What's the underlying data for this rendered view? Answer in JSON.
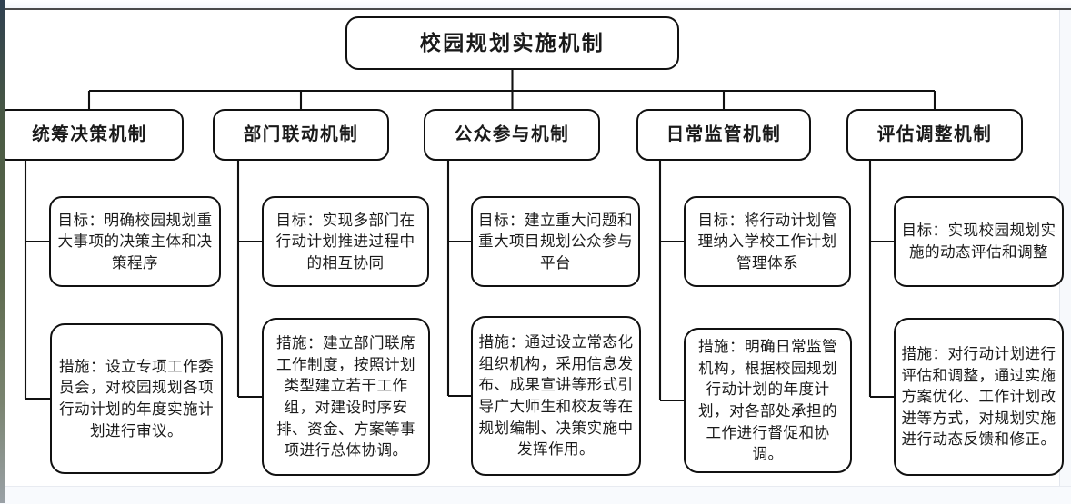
{
  "diagram": {
    "type": "organization-chart",
    "title": "校园规划实施机制",
    "root": {
      "label": "校园规划实施机制"
    },
    "branches": [
      {
        "id": "tongchou-juece",
        "mechanism": "统筹决策机制",
        "goal": "目标：明确校园规划重大事项的决策主体和决策程序",
        "measure": "措施：设立专项工作委员会，对校园规划各项行动计划的年度实施计划进行审议。"
      },
      {
        "id": "bumen-liandong",
        "mechanism": "部门联动机制",
        "goal": "目标：实现多部门在行动计划推进过程中的相互协同",
        "measure": "措施：建立部门联席工作制度，按照计划类型建立若干工作组，对建设时序安排、资金、方案等事项进行总体协调。"
      },
      {
        "id": "gongzhong-canyu",
        "mechanism": "公众参与机制",
        "goal": "目标：建立重大问题和重大项目规划公众参与平台",
        "measure": "措施：通过设立常态化组织机构，采用信息发布、成果宣讲等形式引导广大师生和校友等在规划编制、决策实施中发挥作用。"
      },
      {
        "id": "richang-jianguan",
        "mechanism": "日常监管机制",
        "goal": "目标：将行动计划管理纳入学校工作计划管理体系",
        "measure": "措施：明确日常监管机构，根据校园规划行动计划的年度计划，对各部处承担的工作进行督促和协调。"
      },
      {
        "id": "pinggu-tiaozheng",
        "mechanism": "评估调整机制",
        "goal": "目标：实现校园规划实施的动态评估和调整",
        "measure": "措施：对行动计划进行评估和调整，通过实施方案优化、工作计划改进等方式，对规划实施进行动态反馈和修正。"
      }
    ],
    "colors": {
      "node_border": "#111111",
      "node_fill": "#ffffff",
      "connector": "#111111",
      "canvas": "#ffffff",
      "page_background": "#f7f9fc"
    }
  }
}
